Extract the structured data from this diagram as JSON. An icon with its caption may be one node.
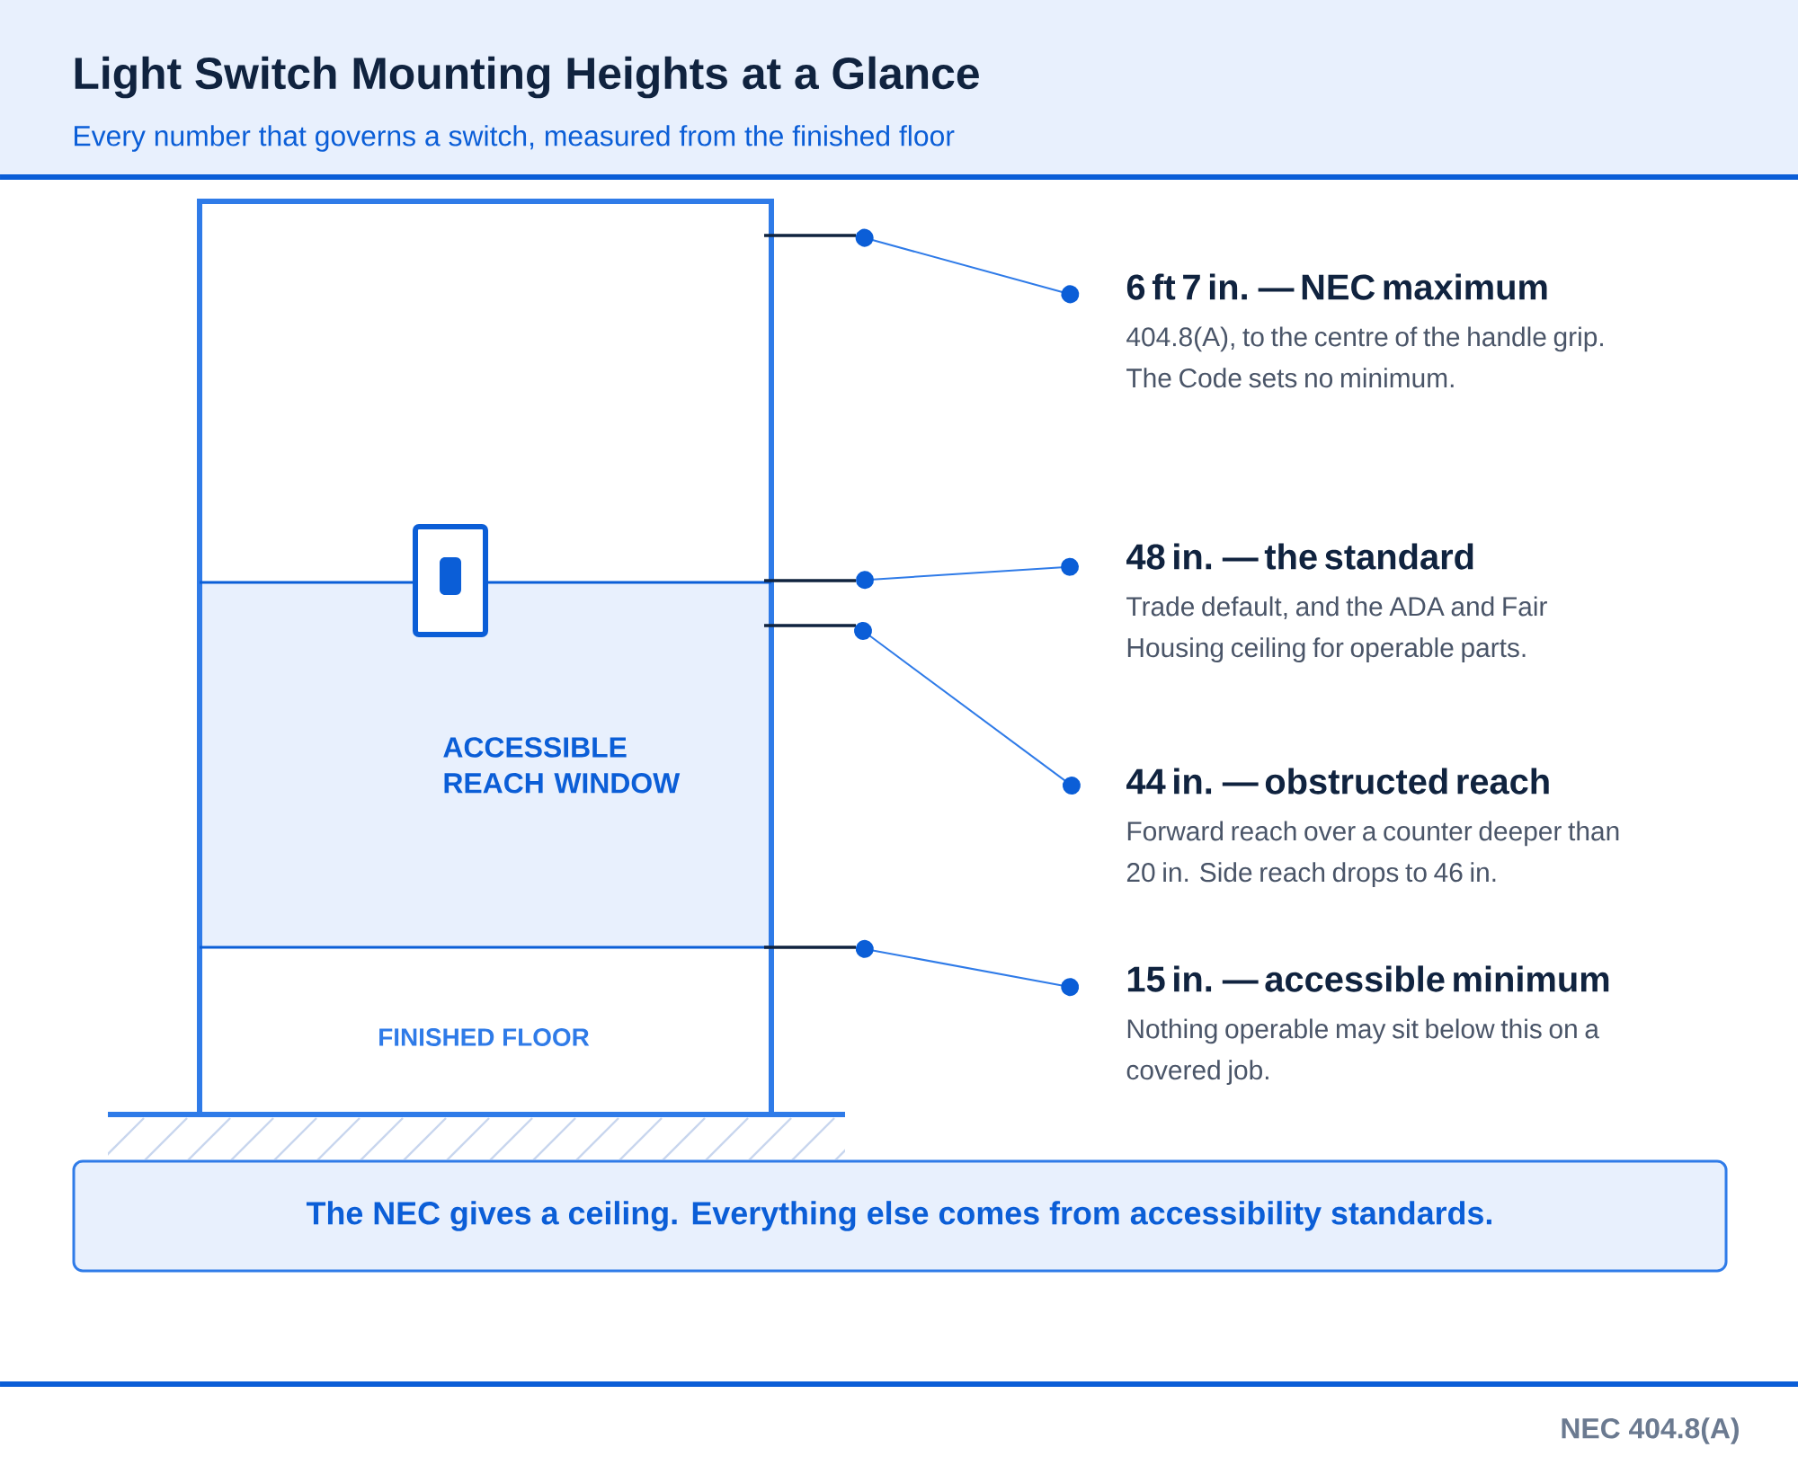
{
  "diagram": {
    "title": "Light Switch Mounting Heights at a Glance",
    "nodes": [
      {
        "text": [
          "ACCESSIBLE REACH WINDOW"
        ]
      },
      {
        "text": [
          "6 ft 7 in. — NEC maximum",
          "404.8(A), to the centre of the handle grip. The Code sets no minimum."
        ]
      },
      {
        "text": [
          "48 in. — the standard",
          "Trade default, and the ADA and Fair Housing ceiling for operable parts."
        ]
      },
      {
        "text": [
          "44 in. — obstructed reach",
          "Forward reach over a counter deeper than 20 in. Side reach drops to 46 in."
        ]
      },
      {
        "text": [
          "15 in. — accessible minimum",
          "Nothing operable may sit below this on a covered job."
        ]
      },
      {
        "text": [
          "The NEC gives a ceiling. Everything else comes from accessibility standards."
        ]
      }
    ],
    "edges": [
      {
        "from": 1,
        "to": null,
        "arrow": "other"
      },
      {
        "from": 2,
        "to": null,
        "arrow": "other"
      },
      {
        "from": 3,
        "to": null,
        "arrow": "other"
      },
      {
        "from": 4,
        "to": null,
        "arrow": "other"
      }
    ],
    "labels": [
      "Every number that governs a switch, measured from the finished floor",
      "FINISHED FLOOR",
      "NEC 404.8(A)"
    ]
  }
}
